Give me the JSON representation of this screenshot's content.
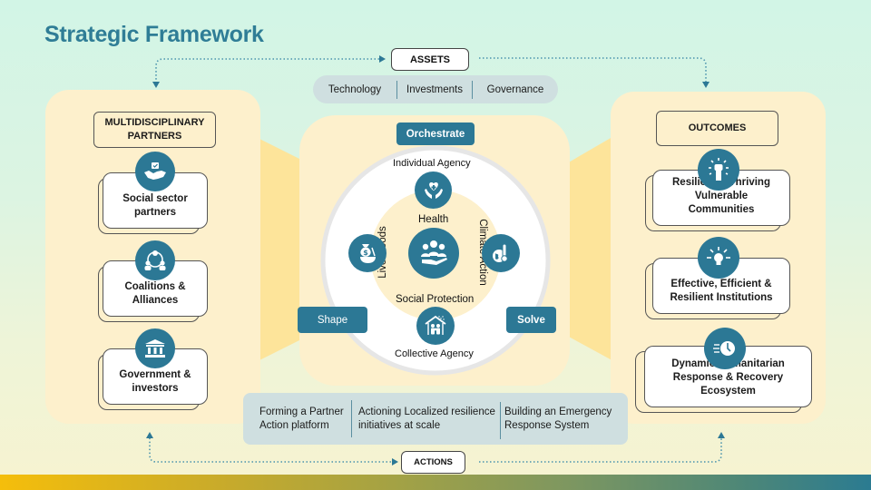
{
  "header": {
    "title": "Strategic Framework"
  },
  "colors": {
    "accent": "#2c7895",
    "title": "#2f7d96",
    "panel": "#fdf0cc",
    "pill": "#cfdfe0"
  },
  "assets": {
    "label": "ASSETS",
    "items": [
      "Technology",
      "Investments",
      "Governance"
    ]
  },
  "partners": {
    "header": "MULTIDISCIPLINARY PARTNERS",
    "cards": [
      {
        "label": "Social sector partners",
        "icon": "handshake-icon"
      },
      {
        "label": "Coalitions & Alliances",
        "icon": "network-people-icon"
      },
      {
        "label": "Government & investors",
        "icon": "government-building-icon"
      }
    ]
  },
  "center": {
    "orchestrate": "Orchestrate",
    "shape": "Shape",
    "solve": "Solve",
    "top_label": "Individual Agency",
    "bottom_label": "Collective Agency",
    "inner": {
      "top": "Health",
      "left": "Livelihoods",
      "right": "Climate Action",
      "bottom": "Social Protection"
    },
    "icons": {
      "top": "health-hands-icon",
      "left": "money-bag-food-icon",
      "right": "climate-thermometer-icon",
      "bottom": "house-family-icon",
      "center": "community-hand-icon"
    }
  },
  "outcomes": {
    "header": "OUTCOMES",
    "cards": [
      {
        "label": "Resilient & Thriving Vulnerable Communities",
        "icon": "raised-fist-icon"
      },
      {
        "label": "Effective, Efficient & Resilient Institutions",
        "icon": "lightbulb-arrows-icon"
      },
      {
        "label": "Dynamic Humanitarian Response & Recovery Ecosystem",
        "icon": "fast-clock-icon"
      }
    ]
  },
  "actions": {
    "label": "ACTIONS",
    "items": [
      "Forming a Partner Action platform",
      "Actioning Localized resilience initiatives at scale",
      "Building an Emergency Response System"
    ]
  }
}
